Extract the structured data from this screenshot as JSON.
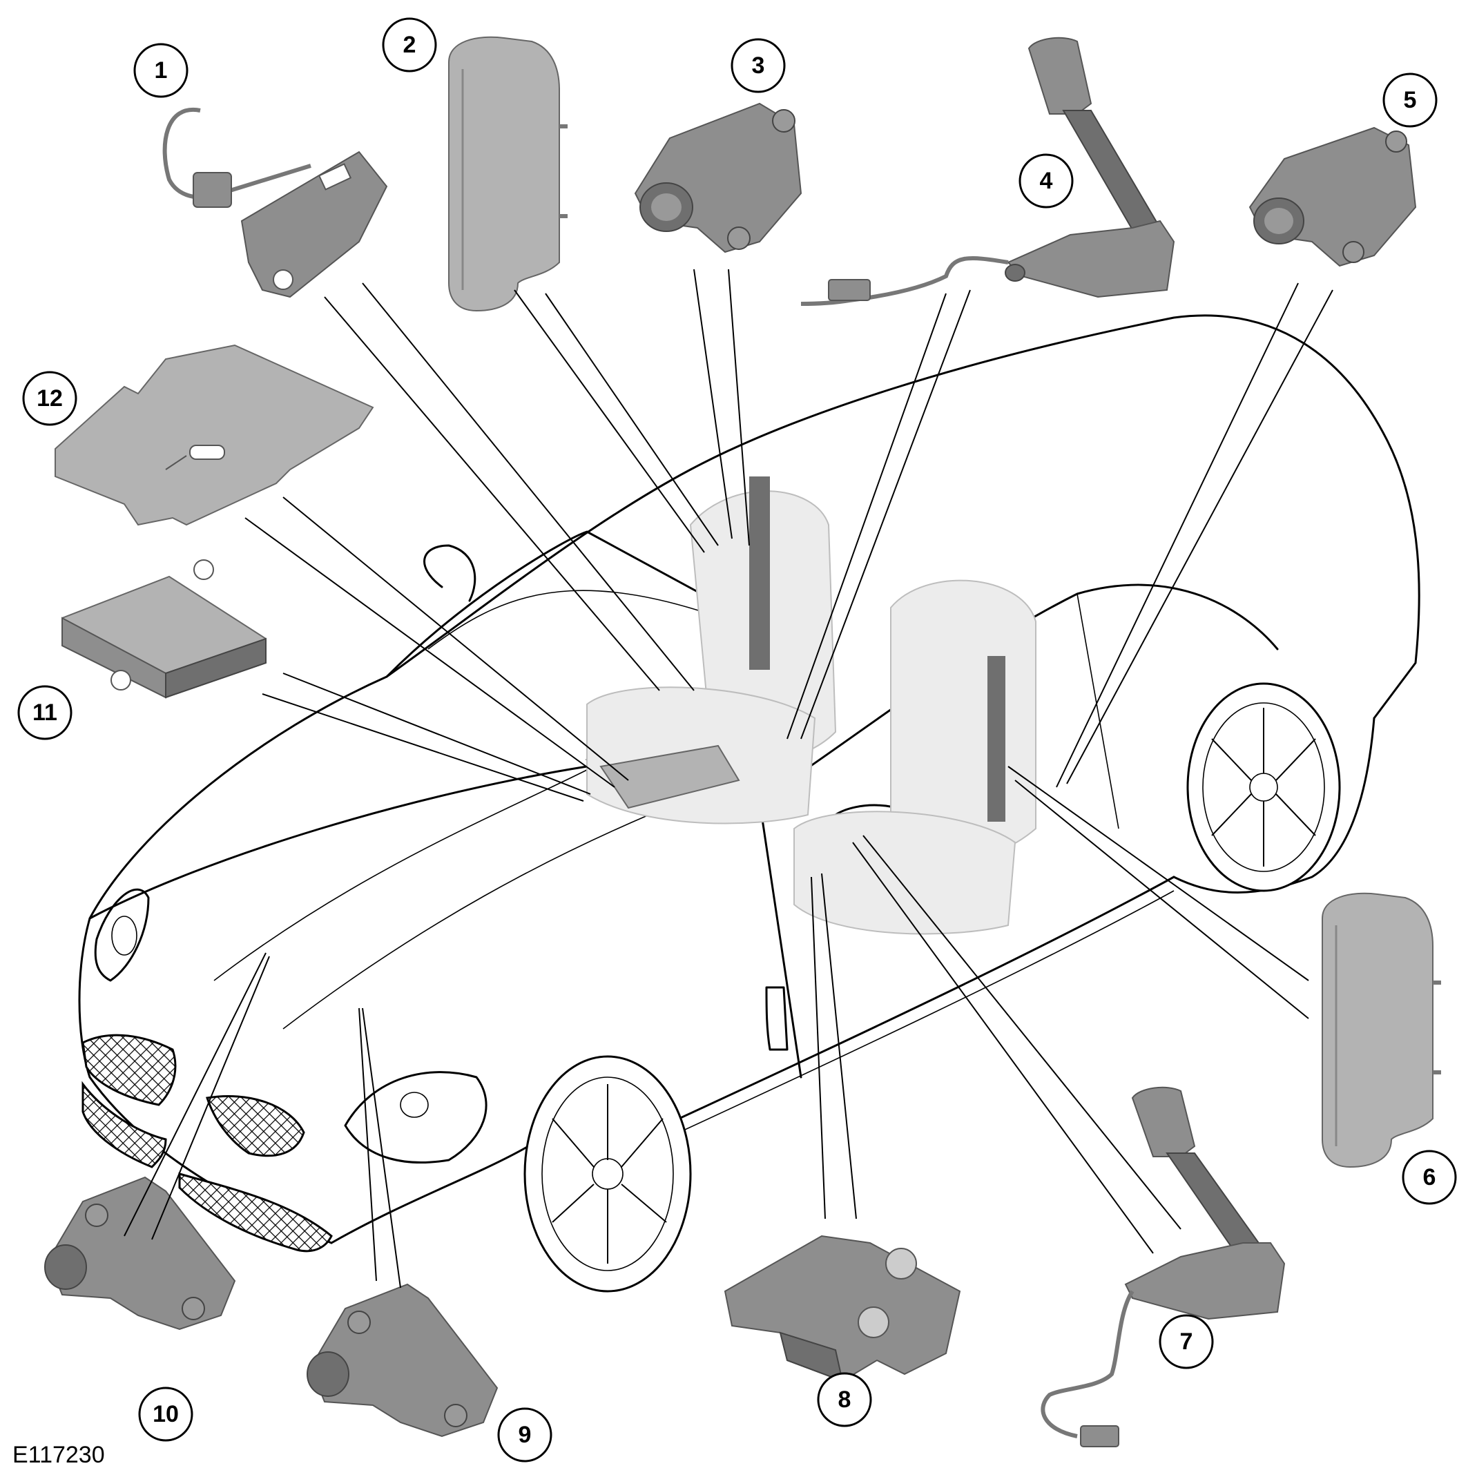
{
  "figure": {
    "reference_code": "E117230"
  },
  "callouts": [
    {
      "id": "callout-1",
      "label": "1"
    },
    {
      "id": "callout-2",
      "label": "2"
    },
    {
      "id": "callout-3",
      "label": "3"
    },
    {
      "id": "callout-4",
      "label": "4"
    },
    {
      "id": "callout-5",
      "label": "5"
    },
    {
      "id": "callout-6",
      "label": "6"
    },
    {
      "id": "callout-7",
      "label": "7"
    },
    {
      "id": "callout-8",
      "label": "8"
    },
    {
      "id": "callout-9",
      "label": "9"
    },
    {
      "id": "callout-10",
      "label": "10"
    },
    {
      "id": "callout-11",
      "label": "11"
    },
    {
      "id": "callout-12",
      "label": "12"
    }
  ],
  "colors": {
    "line": "#000000",
    "part_fill": "#8e8e8e",
    "seat_fill": "#ececec",
    "background": "#ffffff"
  }
}
